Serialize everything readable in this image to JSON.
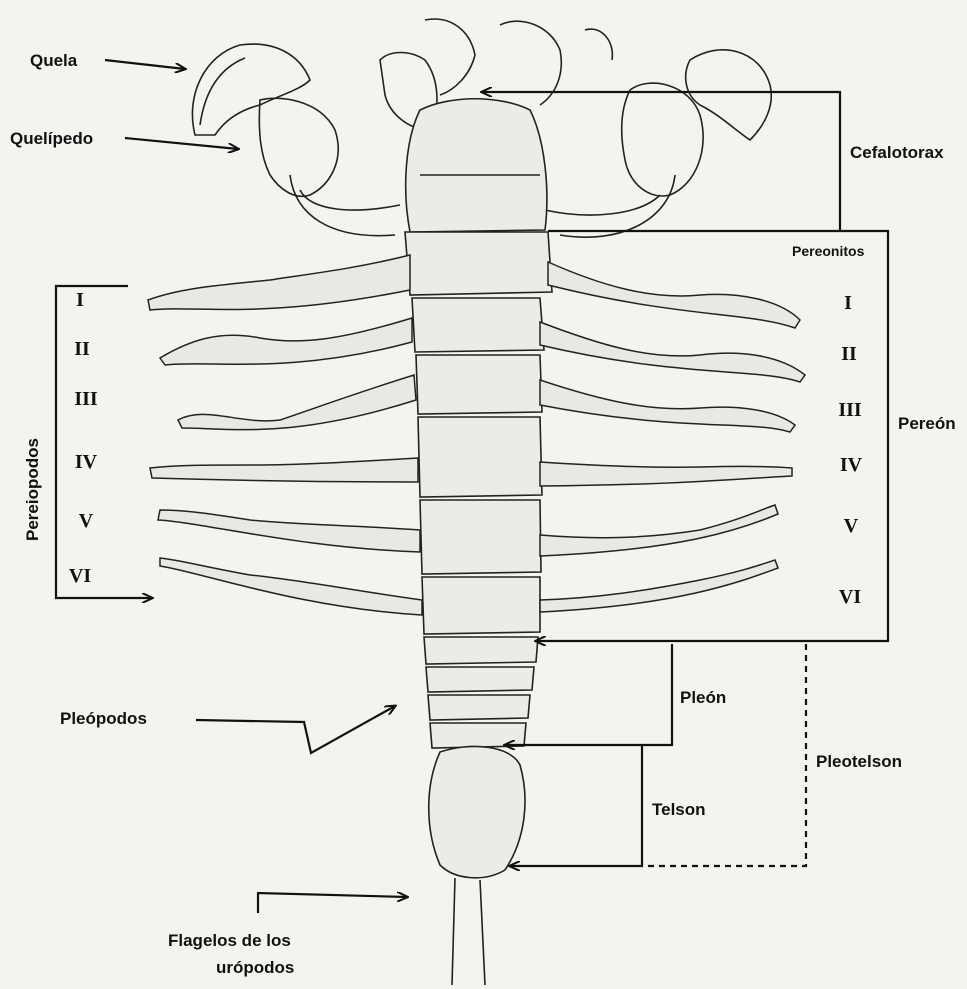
{
  "labels": {
    "quela": "Quela",
    "quelipedo": "Quelípedo",
    "cefalotorax": "Cefalotorax",
    "pereonitos": "Pereonitos",
    "pereon": "Pereón",
    "pereiopodos": "Pereiopodos",
    "pleopodos": "Pleópodos",
    "pleon": "Pleón",
    "pleotelson": "Pleotelson",
    "telson": "Telson",
    "flagelos_line1": "Flagelos de los",
    "flagelos_line2": "urópodos"
  },
  "pereiopod_numerals": [
    "I",
    "II",
    "III",
    "IV",
    "V",
    "VI"
  ],
  "pereonite_numerals": [
    "I",
    "II",
    "III",
    "IV",
    "V",
    "VI"
  ]
}
